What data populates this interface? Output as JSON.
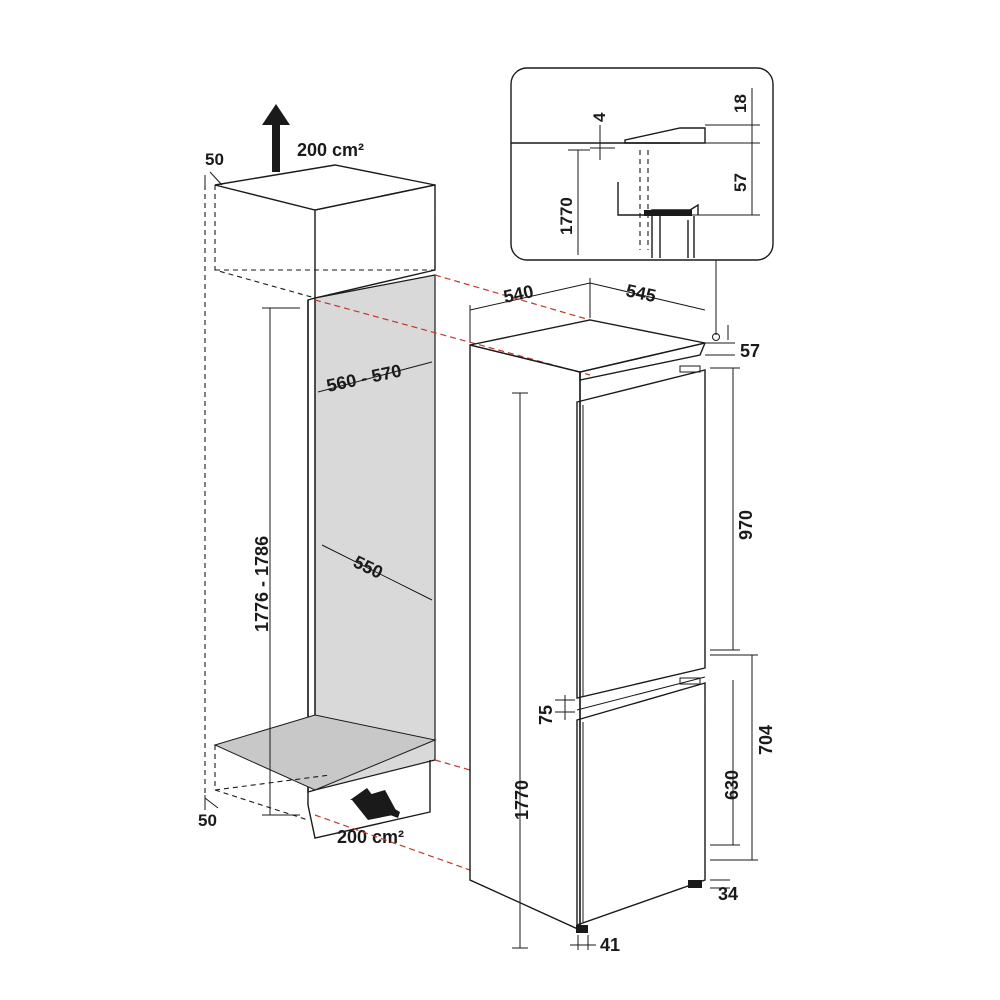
{
  "colors": {
    "ink": "#1a1a1a",
    "niche_fill": "#d9d9d9",
    "niche_floor": "#c8c8c8",
    "guide_dash": "#c0392b"
  },
  "icons": {
    "vent_out": "arrow-up-icon",
    "vent_in": "arrow-diagonal-icon"
  },
  "labels": {
    "vent_top_area": "200 cm²",
    "vent_bottom_area": "200 cm²",
    "cabinet_top_gap": "50",
    "cabinet_bottom_gap": "50",
    "niche_width": "560 - 570",
    "niche_depth": "550",
    "niche_height": "1776 - 1786",
    "appliance_width": "540",
    "appliance_depth": "545",
    "appliance_top_offset": "57",
    "appliance_height_right": "970",
    "door_gap": "75",
    "lower_upper": "704",
    "lower_door": "630",
    "appliance_height_left": "1770",
    "base_offset": "34",
    "foot_depth": "41"
  },
  "detail": {
    "label_4": "4",
    "label_18": "18",
    "label_57": "57",
    "label_1770": "1770"
  }
}
